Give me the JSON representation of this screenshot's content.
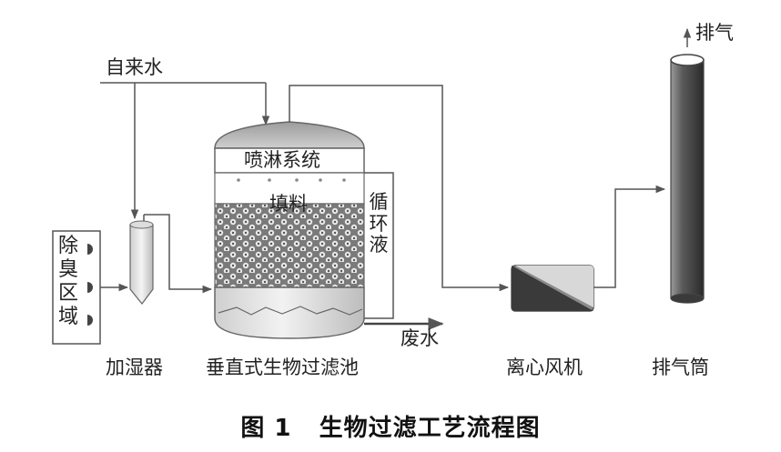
{
  "labels": {
    "tap_water": "自来水",
    "exhaust": "排气",
    "spray_system": "喷淋系统",
    "packing": "填料",
    "circulation": "循环液",
    "deodor_zone": "除臭区域",
    "humidifier": "加湿器",
    "biofilter": "垂直式生物过滤池",
    "waste_water": "废水",
    "fan": "离心风机",
    "chimney": "排气筒"
  },
  "caption": {
    "number": "图 1",
    "title": "生物过滤工艺流程图"
  },
  "colors": {
    "line": "#555555",
    "fill_light": "#e6e6e6",
    "fill_dark": "#3a3a3a"
  }
}
